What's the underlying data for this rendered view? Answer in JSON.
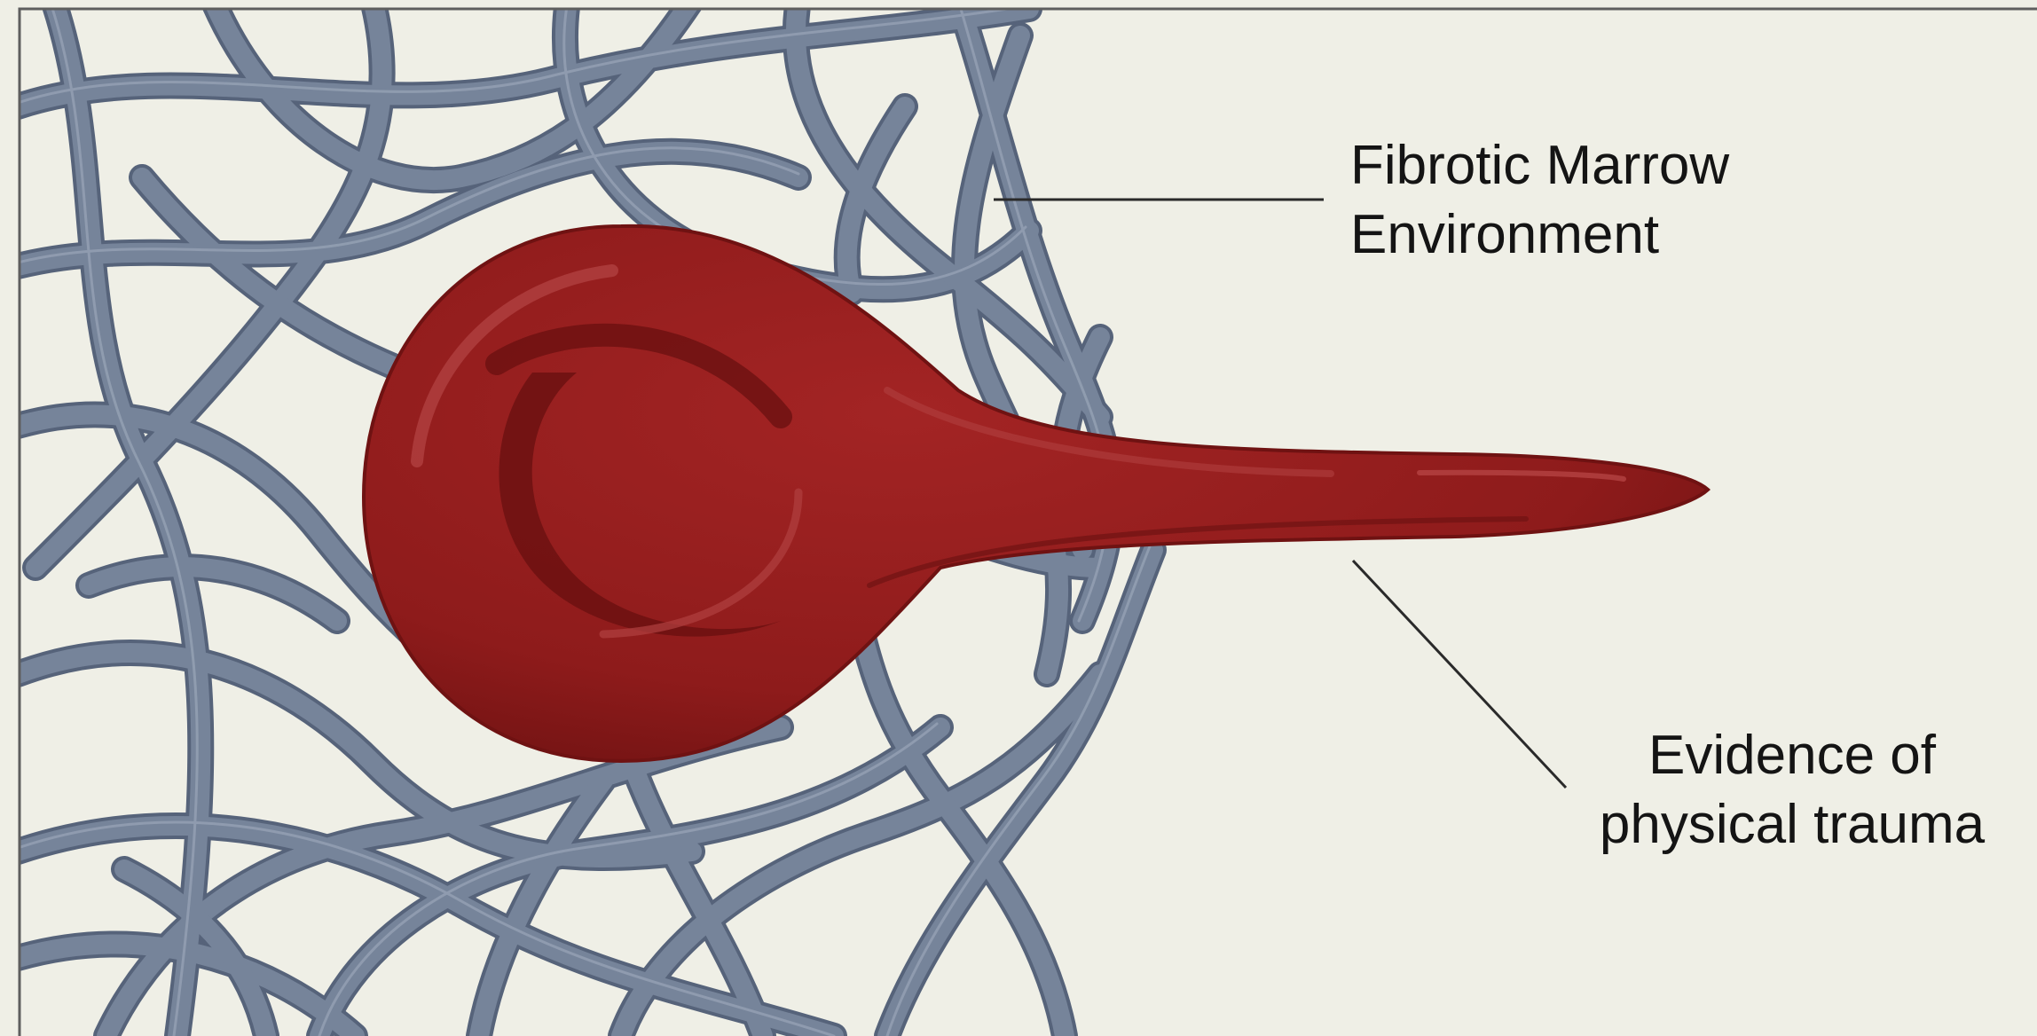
{
  "labels": {
    "fibrotic_line1": "Fibrotic Marrow",
    "fibrotic_line2": "Environment",
    "trauma_line1": "Evidence of",
    "trauma_line2": "physical trauma"
  },
  "colors": {
    "background": "#efefe6",
    "fiber": "#76849a",
    "fiber_edge": "#56637a",
    "fiber_highlight": "#9aa6b8",
    "cell": "#8e1b1b",
    "cell_dark": "#6f1212",
    "cell_highlight": "#b04040",
    "leader_line": "#2a2a2a",
    "border": "#5e5e5e"
  },
  "icons": {
    "cell": "teardrop-red-blood-cell-icon",
    "fibers": "fibrous-mesh-icon"
  }
}
